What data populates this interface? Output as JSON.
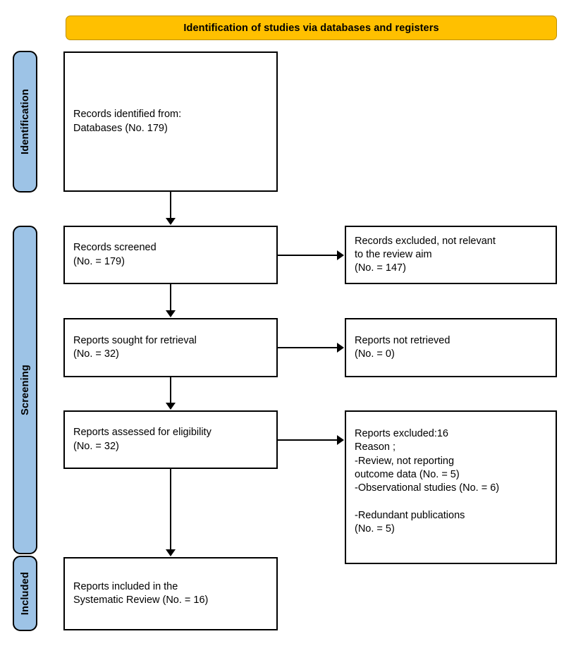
{
  "header": {
    "title": "Identification of studies via databases and registers",
    "bar_color": "#FFC000"
  },
  "stages": {
    "pill_color": "#9DC3E6",
    "identification": "Identification",
    "screening": "Screening",
    "included": "Included"
  },
  "boxes": {
    "identified": "Records identified from:\n    Databases (No. 179)",
    "screened": "Records screened\n(No. = 179)",
    "excluded_not_relevant": "Records excluded, not relevant\nto the review aim\n(No. = 147)",
    "sought_for_retrieval": "Reports sought for retrieval\n(No. = 32)",
    "not_retrieved": "Reports not retrieved\n(No. = 0)",
    "assessed_eligibility": "Reports assessed for eligibility\n(No. = 32)",
    "excluded_reasons": "Reports excluded:16\n     Reason ;\n     -Review, not reporting\n   outcome data (No. = 5)\n     -Observational studies (No. = 6)\n\n     -Redundant publications\n      (No. = 5)",
    "included_final": "Reports included in the\nSystematic Review (No. = 16)"
  },
  "counts": {
    "records_identified_databases": 179,
    "records_screened": 179,
    "records_excluded_not_relevant": 147,
    "reports_sought_for_retrieval": 32,
    "reports_not_retrieved": 0,
    "reports_assessed_for_eligibility": 32,
    "reports_excluded_total": 16,
    "excluded_review_not_reporting_outcome_data": 5,
    "excluded_observational_studies": 6,
    "excluded_redundant_publications": 5,
    "reports_included_systematic_review": 16
  }
}
